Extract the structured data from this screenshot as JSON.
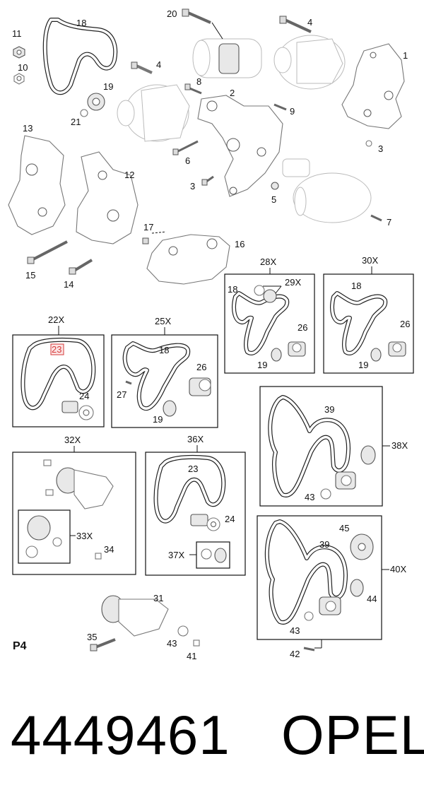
{
  "page_label": "P4",
  "part_number": "4449461",
  "brand": "OPEL",
  "highlight_color": "#d63a3a",
  "callouts": {
    "c1": "1",
    "c2": "2",
    "c3a": "3",
    "c3b": "3",
    "c4a": "4",
    "c4b": "4",
    "c5": "5",
    "c6": "6",
    "c7": "7",
    "c8": "8",
    "c9": "9",
    "c10": "10",
    "c11": "11",
    "c12": "12",
    "c13": "13",
    "c14": "14",
    "c15": "15",
    "c16": "16",
    "c17": "17",
    "c18": "18",
    "c19": "19",
    "c20": "20",
    "c21": "21"
  },
  "kits": {
    "k22": {
      "title": "22X",
      "belt": "23",
      "tensioner": "24"
    },
    "k25": {
      "title": "25X",
      "belt": "18",
      "tensioner": "26",
      "bolt": "27",
      "idler": "19"
    },
    "k28": {
      "title": "28X",
      "belt": "18",
      "kit": "29X",
      "tensioner": "26",
      "idler": "19"
    },
    "k30": {
      "title": "30X",
      "belt": "18",
      "tensioner": "26",
      "idler": "19"
    },
    "k32": {
      "title": "32X",
      "sub": "33X",
      "bolt": "34"
    },
    "k36": {
      "title": "36X",
      "belt": "23",
      "tensioner": "24",
      "sub": "37X"
    },
    "k38": {
      "title": "38X",
      "belt": "39",
      "seal": "43"
    },
    "k40": {
      "title": "40X",
      "belt": "39",
      "pulley": "45",
      "idler": "44",
      "seal": "43",
      "bolt": "42"
    }
  },
  "loose": {
    "c31": "31",
    "c35": "35",
    "c43": "43",
    "c41": "41"
  }
}
